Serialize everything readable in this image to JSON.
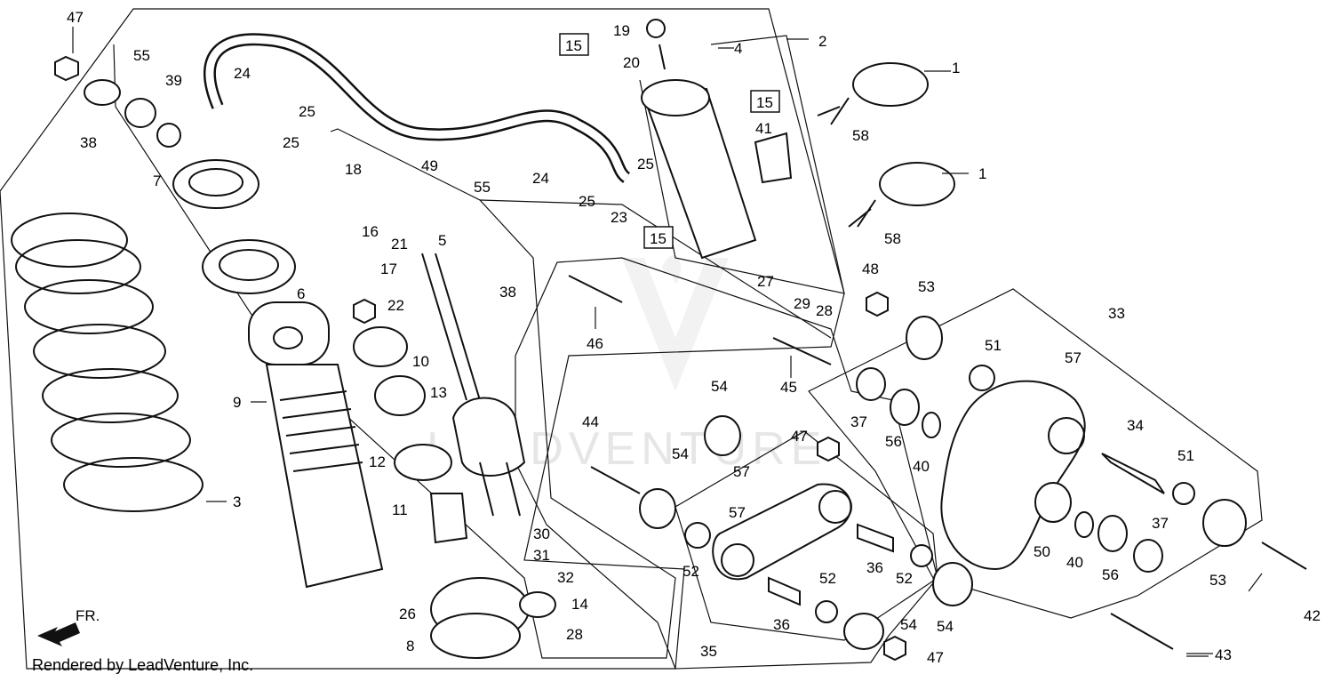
{
  "footer": "Rendered by LeadVenture, Inc.",
  "watermark": "LEADVENTURE",
  "front_label": "FR.",
  "callouts": {
    "c1a": "1",
    "c1b": "1",
    "c2": "2",
    "c3": "3",
    "c4": "4",
    "c5": "5",
    "c6": "6",
    "c7": "7",
    "c8": "8",
    "c9": "9",
    "c10": "10",
    "c11": "11",
    "c12": "12",
    "c13": "13",
    "c14": "14",
    "c15a": "15",
    "c15b": "15",
    "c15c": "15",
    "c16": "16",
    "c17": "17",
    "c18": "18",
    "c19": "19",
    "c20": "20",
    "c21": "21",
    "c22": "22",
    "c23": "23",
    "c24a": "24",
    "c24b": "24",
    "c25a": "25",
    "c25b": "25",
    "c25c": "25",
    "c25d": "25",
    "c26": "26",
    "c27": "27",
    "c28a": "28",
    "c28b": "28",
    "c29": "29",
    "c30": "30",
    "c31": "31",
    "c32": "32",
    "c33": "33",
    "c34": "34",
    "c35": "35",
    "c36a": "36",
    "c36b": "36",
    "c37a": "37",
    "c37b": "37",
    "c38a": "38",
    "c38b": "38",
    "c39": "39",
    "c40a": "40",
    "c40b": "40",
    "c41": "41",
    "c42": "42",
    "c43": "43",
    "c44": "44",
    "c45": "45",
    "c46": "46",
    "c47a": "47",
    "c47b": "47",
    "c47c": "47",
    "c48": "48",
    "c49": "49",
    "c50": "50",
    "c51a": "51",
    "c51b": "51",
    "c52a": "52",
    "c52b": "52",
    "c52c": "52",
    "c53a": "53",
    "c53b": "53",
    "c54a": "54",
    "c54b": "54",
    "c54c": "54",
    "c54d": "54",
    "c55a": "55",
    "c55b": "55",
    "c56a": "56",
    "c56b": "56",
    "c57a": "57",
    "c57b": "57",
    "c57c": "57",
    "c58a": "58",
    "c58b": "58"
  }
}
